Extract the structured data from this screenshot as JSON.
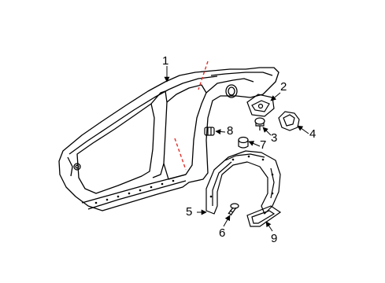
{
  "diagram": {
    "callouts": [
      {
        "id": "1",
        "label": "1"
      },
      {
        "id": "2",
        "label": "2"
      },
      {
        "id": "3",
        "label": "3"
      },
      {
        "id": "4",
        "label": "4"
      },
      {
        "id": "5",
        "label": "5"
      },
      {
        "id": "6",
        "label": "6"
      },
      {
        "id": "7",
        "label": "7"
      },
      {
        "id": "8",
        "label": "8"
      },
      {
        "id": "9",
        "label": "9"
      }
    ],
    "colors": {
      "line": "#000000",
      "cut_line": "#e0302a",
      "background": "#ffffff"
    }
  }
}
